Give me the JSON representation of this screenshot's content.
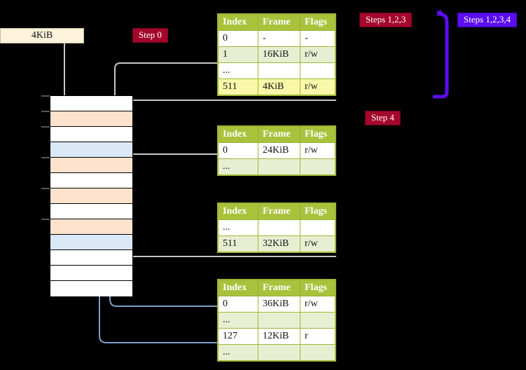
{
  "diagram": {
    "title_hidden": "",
    "physical_box": {
      "label": "4KiB"
    },
    "badges": {
      "step0": "Step 0",
      "steps123": "Steps 1,2,3",
      "steps1234": "Steps 1,2,3,4",
      "step4": "Step 4"
    },
    "colors": {
      "badge_red": "#a5062c",
      "badge_blue": "#5b0ef0",
      "table_header": "#a8c23c",
      "table_alt_row": "#e8eed2",
      "highlight": "#f9f7a8",
      "mem_orange": "#fde3cd",
      "mem_blue": "#dbe8f8",
      "connector_gray": "#bdbdbd",
      "connector_blue": "#7d9fcb",
      "arrow_purple": "#5b0ef0",
      "background": "#000000"
    },
    "memory": {
      "name": "physical-memory-column",
      "rows": [
        {
          "fill": "white",
          "tick": true
        },
        {
          "fill": "orange",
          "tick": true
        },
        {
          "fill": "white",
          "tick": true
        },
        {
          "fill": "blue",
          "tick": false
        },
        {
          "fill": "orange",
          "tick": true
        },
        {
          "fill": "white",
          "tick": false
        },
        {
          "fill": "orange",
          "tick": true
        },
        {
          "fill": "white",
          "tick": false
        },
        {
          "fill": "orange",
          "tick": true
        },
        {
          "fill": "blue",
          "tick": false
        },
        {
          "fill": "white",
          "tick": false
        },
        {
          "fill": "white",
          "tick": false
        },
        {
          "fill": "white",
          "tick": false
        }
      ]
    },
    "tables": [
      {
        "name": "page-table-level-4",
        "columns": [
          "Index",
          "Frame",
          "Flags"
        ],
        "rows": [
          {
            "cells": [
              "0",
              "-",
              "-"
            ],
            "alt": false,
            "highlight": false
          },
          {
            "cells": [
              "1",
              "16KiB",
              "r/w"
            ],
            "alt": true,
            "highlight": false
          },
          {
            "cells": [
              "...",
              "",
              ""
            ],
            "alt": false,
            "highlight": false
          },
          {
            "cells": [
              "511",
              "4KiB",
              "r/w"
            ],
            "alt": true,
            "highlight": true
          }
        ]
      },
      {
        "name": "page-table-level-3",
        "columns": [
          "Index",
          "Frame",
          "Flags"
        ],
        "rows": [
          {
            "cells": [
              "0",
              "24KiB",
              "r/w"
            ],
            "alt": false,
            "highlight": false
          },
          {
            "cells": [
              "...",
              "",
              ""
            ],
            "alt": true,
            "highlight": false
          }
        ]
      },
      {
        "name": "page-table-level-2",
        "columns": [
          "Index",
          "Frame",
          "Flags"
        ],
        "rows": [
          {
            "cells": [
              "...",
              "",
              ""
            ],
            "alt": false,
            "highlight": false
          },
          {
            "cells": [
              "511",
              "32KiB",
              "r/w"
            ],
            "alt": true,
            "highlight": false
          }
        ]
      },
      {
        "name": "page-table-level-1",
        "columns": [
          "Index",
          "Frame",
          "Flags"
        ],
        "rows": [
          {
            "cells": [
              "0",
              "36KiB",
              "r/w"
            ],
            "alt": false,
            "highlight": false
          },
          {
            "cells": [
              "...",
              "",
              ""
            ],
            "alt": true,
            "highlight": false
          },
          {
            "cells": [
              "127",
              "12KiB",
              "r"
            ],
            "alt": false,
            "highlight": false
          },
          {
            "cells": [
              "...",
              "",
              ""
            ],
            "alt": true,
            "highlight": false
          }
        ]
      }
    ]
  }
}
